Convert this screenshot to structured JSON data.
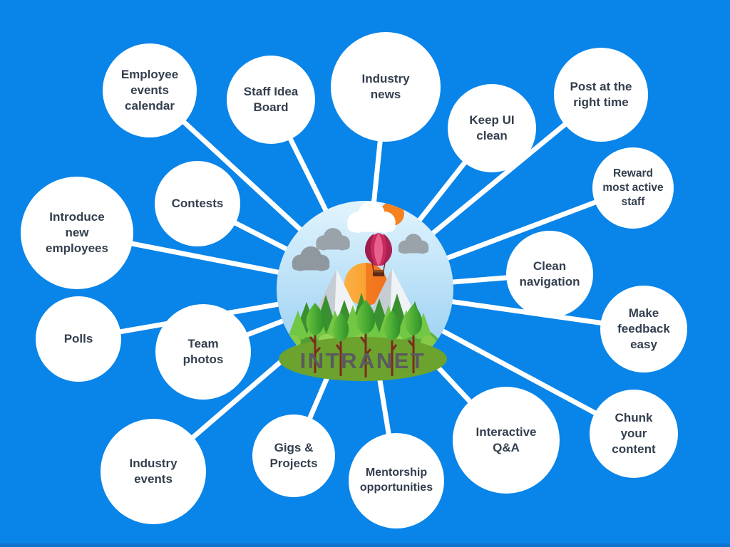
{
  "title": "INTRANET",
  "colors": {
    "background": "#0984e8",
    "node_fill": "#ffffff",
    "node_text": "#333f4e",
    "connector": "#ffffff",
    "ground_green": "#6ba32e",
    "center_title_text": "#5a5b5e",
    "sun_orange": "#f5821f",
    "balloon_crimson": "#c92a5e",
    "sky_blue_light": "#dbeffb"
  },
  "center": {
    "label": "INTRANET",
    "illustration": "paper-style landscape: sky circle, clouds, sun, hot-air balloon, snowy mountains, forest trees, green ground"
  },
  "nodes": [
    {
      "id": "employee-events-calendar",
      "label": "Employee\nevents\ncalendar"
    },
    {
      "id": "staff-idea-board",
      "label": "Staff Idea\nBoard"
    },
    {
      "id": "industry-news",
      "label": "Industry\nnews"
    },
    {
      "id": "keep-ui-clean",
      "label": "Keep UI\nclean"
    },
    {
      "id": "post-at-the-right-time",
      "label": "Post at the\nright time"
    },
    {
      "id": "reward-most-active-staff",
      "label": "Reward\nmost active\nstaff"
    },
    {
      "id": "contests",
      "label": "Contests"
    },
    {
      "id": "introduce-new-employees",
      "label": "Introduce\nnew\nemployees"
    },
    {
      "id": "clean-navigation",
      "label": "Clean\nnavigation"
    },
    {
      "id": "make-feedback-easy",
      "label": "Make\nfeedback\neasy"
    },
    {
      "id": "polls",
      "label": "Polls"
    },
    {
      "id": "team-photos",
      "label": "Team\nphotos"
    },
    {
      "id": "chunk-your-content",
      "label": "Chunk\nyour\ncontent"
    },
    {
      "id": "interactive-qa",
      "label": "Interactive\nQ&A"
    },
    {
      "id": "industry-events",
      "label": "Industry\nevents"
    },
    {
      "id": "gigs-projects",
      "label": "Gigs &\nProjects"
    },
    {
      "id": "mentorship-opportunities",
      "label": "Mentorship\nopportunities"
    }
  ]
}
